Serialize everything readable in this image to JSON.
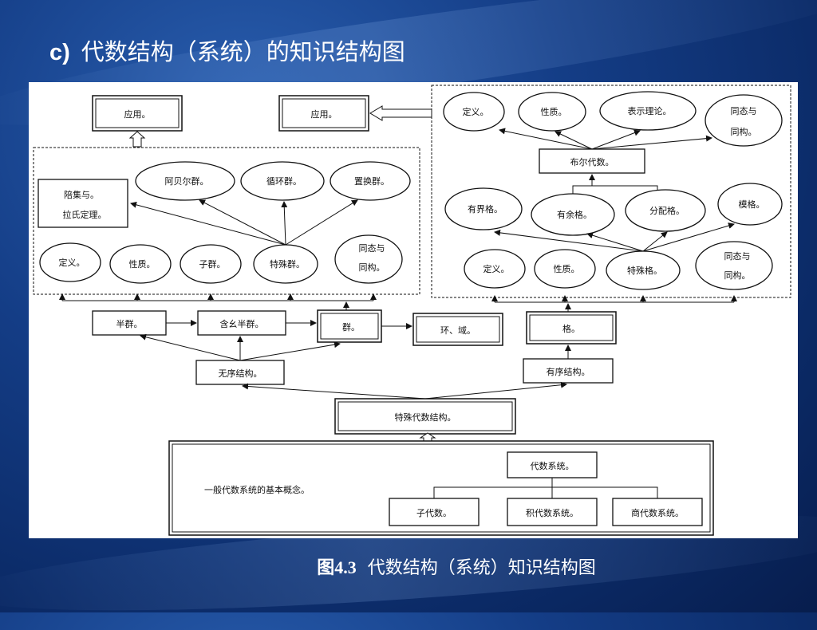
{
  "slide": {
    "title_prefix": "c)",
    "title_text": "代数结构（系统）的知识结构图",
    "caption_num": "图4.3",
    "caption_text": "代数结构（系统）知识结构图"
  },
  "diagram": {
    "app_left": "应用。",
    "app_right": "应用。",
    "group": {
      "lagrange": [
        "陪集与。",
        "拉氏定理。"
      ],
      "abelian": "阿贝尔群。",
      "cyclic": "循环群。",
      "perm": "置换群。",
      "def": "定义。",
      "prop": "性质。",
      "subgroup": "子群。",
      "special": "特殊群。",
      "iso": [
        "同态与",
        "同构。"
      ]
    },
    "lattice": {
      "def_top": "定义。",
      "prop_top": "性质。",
      "repr": "表示理论。",
      "iso_top": [
        "同态与",
        "同构。"
      ],
      "boolean": "布尔代数。",
      "bounded": "有界格。",
      "complemented": "有余格。",
      "distributive": "分配格。",
      "modular": "模格。",
      "def": "定义。",
      "prop": "性质。",
      "special": "特殊格。",
      "iso": [
        "同态与",
        "同构。"
      ]
    },
    "middle": {
      "semigroup": "半群。",
      "monoid": "含幺半群。",
      "group": "群。",
      "ring_field": "环、域。",
      "lattice": "格。",
      "unordered": "无序结构。",
      "ordered": "有序结构。",
      "special_struct": "特殊代数结构。"
    },
    "bottom": {
      "basic_concepts": "一般代数系统的基本概念。",
      "algebra_system": "代数系统。",
      "subalgebra": "子代数。",
      "product": "积代数系统。",
      "quotient": "商代数系统。"
    }
  }
}
